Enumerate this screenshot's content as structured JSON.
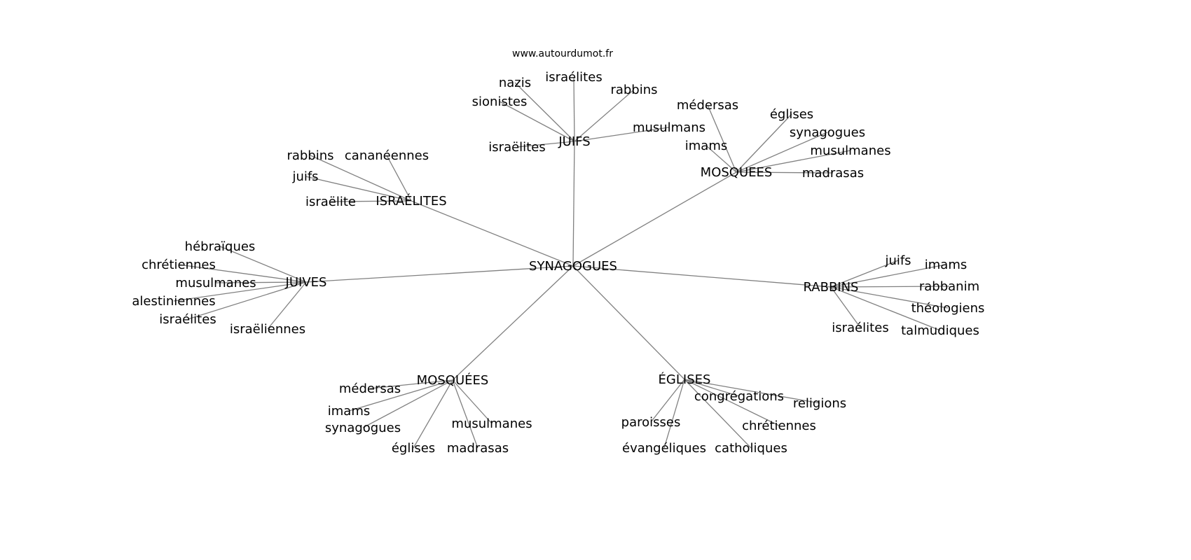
{
  "site": "www.autourdumot.fr",
  "colors": {
    "edge": "#808080",
    "text": "#000000",
    "background": "#ffffff"
  },
  "center": "SYNAGOGUES",
  "groups": [
    {
      "label": "JUIFS",
      "children": [
        "nazis",
        "israélites",
        "rabbins",
        "sionistes",
        "israëlites",
        "musulmans"
      ]
    },
    {
      "label": "MOSQUEES",
      "children": [
        "médersas",
        "églises",
        "synagogues",
        "musulmanes",
        "imams",
        "madrasas"
      ]
    },
    {
      "label": "ISRAÉLITES",
      "children": [
        "rabbins",
        "cananéennes",
        "juifs",
        "israëlite"
      ]
    },
    {
      "label": "JUIVES",
      "children": [
        "hébraïques",
        "chrétiennes",
        "musulmanes",
        "alestiniennes",
        "israélites",
        "israëliennes"
      ]
    },
    {
      "label": "RABBINS",
      "children": [
        "juifs",
        "imams",
        "rabbanim",
        "théologiens",
        "israélites",
        "talmudiques"
      ]
    },
    {
      "label": "MOSQUÉES",
      "children": [
        "médersas",
        "imams",
        "synagogues",
        "églises",
        "madrasas",
        "musulmanes"
      ]
    },
    {
      "label": "ÉGLISES",
      "children": [
        "congrégations",
        "religions",
        "paroisses",
        "évangéliques",
        "catholiques",
        "chrétiennes"
      ]
    }
  ]
}
